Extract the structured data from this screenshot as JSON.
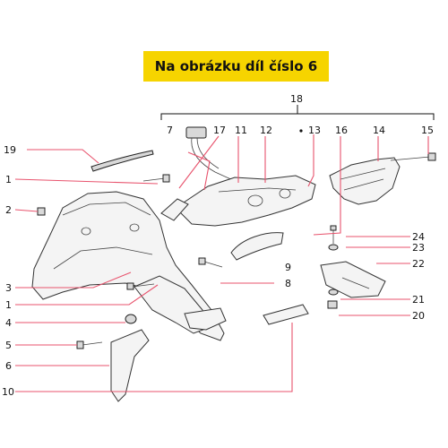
{
  "banner": {
    "text": "Na obrázku díl číslo 6"
  },
  "callouts": {
    "c1a": "1",
    "c1b": "1",
    "c2": "2",
    "c3": "3",
    "c4": "4",
    "c5": "5",
    "c6": "6",
    "c7": "7",
    "c8": "8",
    "c9": "9",
    "c10": "10",
    "c11": "11",
    "c12": "12",
    "c13": "13",
    "c14": "14",
    "c15": "15",
    "c16": "16",
    "c17": "17",
    "c18": "18",
    "c19": "19",
    "c20": "20",
    "c21": "21",
    "c22": "22",
    "c23": "23",
    "c24": "24"
  },
  "colors": {
    "banner_bg": "#f6d400",
    "leader_lines": "#e8536d"
  }
}
